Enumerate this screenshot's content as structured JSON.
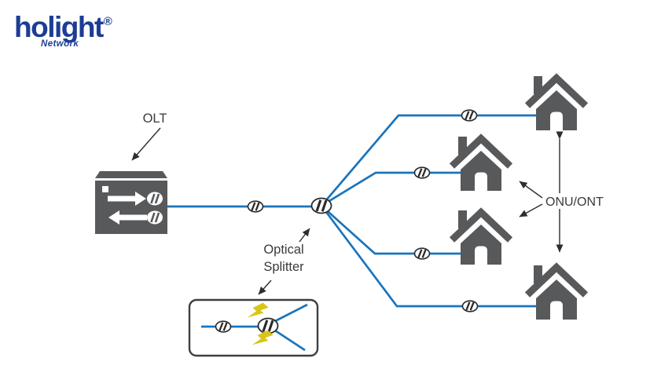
{
  "page": {
    "title": "PON / FTTH network architecture diagram",
    "background_color": "#ffffff"
  },
  "logo": {
    "brand": "holight",
    "registered_mark": "®",
    "subtitle": "Network",
    "color": "#1c3d94"
  },
  "diagram": {
    "labels": {
      "olt": "OLT",
      "optical_splitter": [
        "Optical",
        "Splitter"
      ],
      "onu_ont": "ONU/ONT"
    },
    "colors": {
      "fiber_blue": "#1a74bc",
      "device_gray": "#58595b",
      "splice_dark": "#2a2a2a",
      "annotation_dark": "#2e2e2e",
      "lightning_yellow": "#d9c516",
      "label_text": "#3a3a3a"
    },
    "elements": {
      "source_device": "OLT",
      "feeder_splices_count": 1,
      "splitter_count": 1,
      "homes_count": 4,
      "drop_splices_count": 4,
      "inset_description": "optical splitter close-up: fiber, splice, splitter with two output fibers and two lightning bolts"
    }
  }
}
